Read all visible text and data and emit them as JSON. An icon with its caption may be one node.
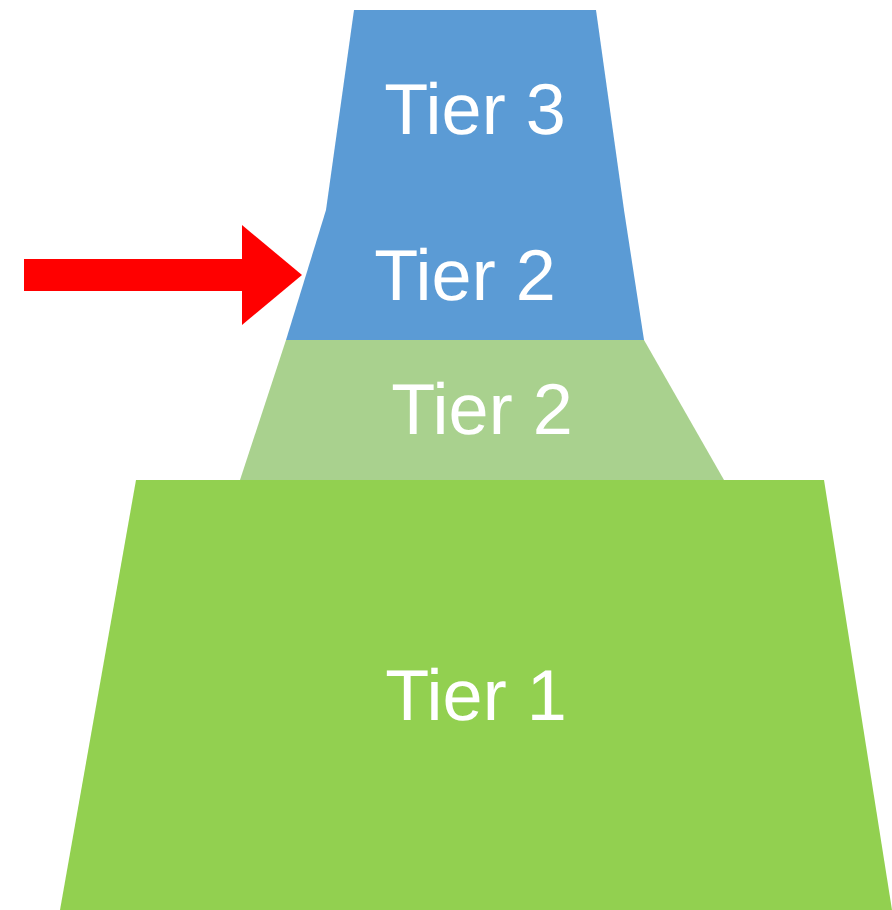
{
  "diagram": {
    "nodes": [
      {
        "text": [
          "Tier 3"
        ]
      },
      {
        "text": [
          "Tier 2"
        ]
      },
      {
        "text": [
          "Tier 2"
        ]
      },
      {
        "text": [
          "Tier 1"
        ]
      }
    ],
    "edges": [
      {
        "from": null,
        "to": 1,
        "arrow": "to",
        "color": "#ff0000"
      }
    ]
  }
}
